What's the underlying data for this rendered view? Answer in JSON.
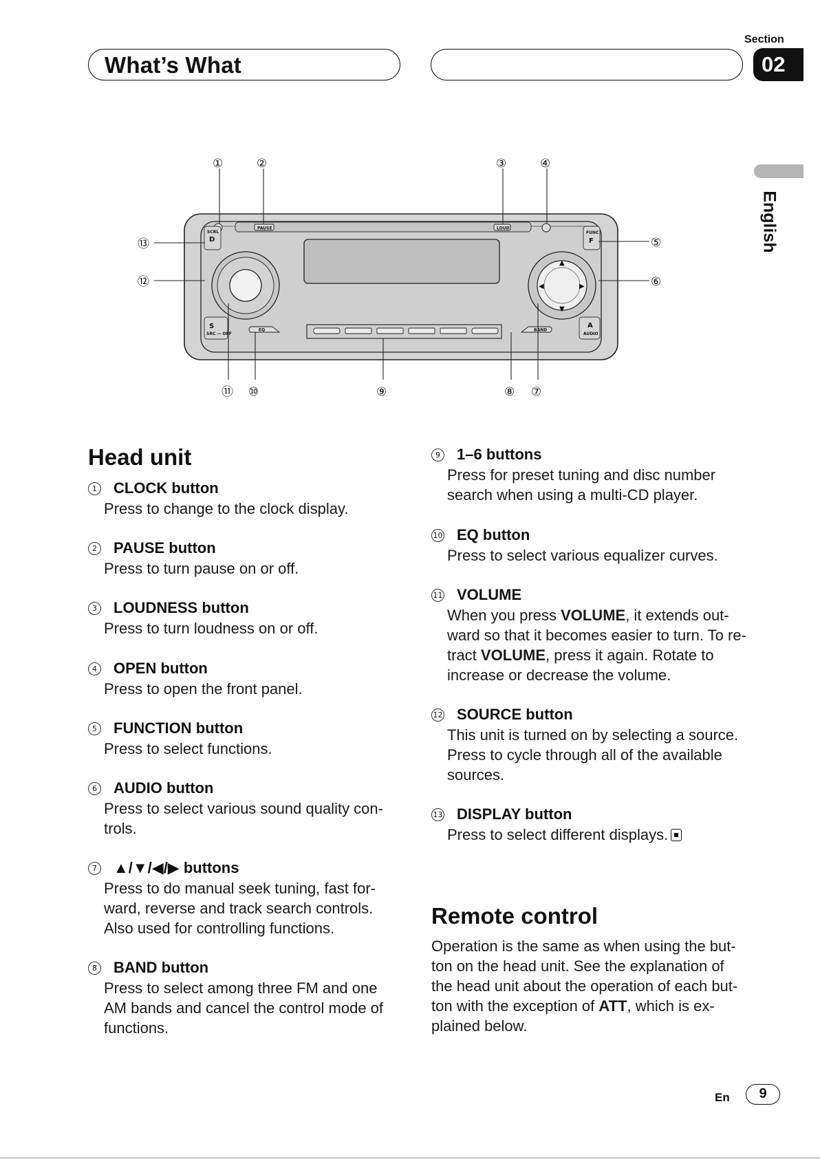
{
  "header": {
    "title": "What’s What",
    "section_label": "Section",
    "section_number": "02",
    "language_tab": "English"
  },
  "diagram": {
    "callouts": [
      "①",
      "②",
      "③",
      "④",
      "⑤",
      "⑥",
      "⑦",
      "⑧",
      "⑨",
      "⑩",
      "⑪",
      "⑫",
      "⑬"
    ],
    "panel_labels": {
      "scrl": "SCRL",
      "d": "D",
      "s": "S",
      "src_off": "SRC — OFF",
      "pause": "PAUSE",
      "loud": "LOUD",
      "func": "FUNC",
      "f": "F",
      "a": "A",
      "audio": "AUDIO",
      "eq": "EQ",
      "band": "BAND"
    }
  },
  "head_unit": {
    "heading": "Head unit",
    "items": [
      {
        "num": "1",
        "title": "CLOCK button",
        "body": "Press to change to the clock display."
      },
      {
        "num": "2",
        "title": "PAUSE button",
        "body": "Press to turn pause on or off."
      },
      {
        "num": "3",
        "title": "LOUDNESS button",
        "body": "Press to turn loudness on or off."
      },
      {
        "num": "4",
        "title": "OPEN button",
        "body": "Press to open the front panel."
      },
      {
        "num": "5",
        "title": "FUNCTION button",
        "body": "Press to select functions."
      },
      {
        "num": "6",
        "title": "AUDIO button",
        "body": "Press to select various sound quality con-\ntrols."
      },
      {
        "num": "7",
        "title": "▲/▼/◀/▶ buttons",
        "body": "Press to do manual seek tuning, fast for-\nward, reverse and track search controls.\nAlso used for controlling functions."
      },
      {
        "num": "8",
        "title": "BAND button",
        "body": "Press to select among three FM and one\nAM bands and cancel the control mode of\nfunctions."
      },
      {
        "num": "9",
        "title": "1–6 buttons",
        "body": "Press for preset tuning and disc number\nsearch when using a multi-CD player."
      },
      {
        "num": "10",
        "title": "EQ button",
        "body": "Press to select various equalizer curves."
      },
      {
        "num": "11",
        "title": "VOLUME",
        "body_pre": "When you press ",
        "body_b1": "VOLUME",
        "body_mid": ", it extends out-\nward so that it becomes easier to turn. To re-\ntract ",
        "body_b2": "VOLUME",
        "body_post": ", press it again. Rotate to\nincrease or decrease the volume."
      },
      {
        "num": "12",
        "title": "SOURCE button",
        "body": "This unit is turned on by selecting a source.\nPress to cycle through all of the available\nsources."
      },
      {
        "num": "13",
        "title": "DISPLAY button",
        "body": "Press to select different displays."
      }
    ]
  },
  "remote": {
    "heading": "Remote control",
    "body_pre": "Operation is the same as when using the but-\nton on the head unit. See the explanation of\nthe head unit about the operation of each but-\nton with the exception of ",
    "body_bold": "ATT",
    "body_post": ", which is ex-\nplained below."
  },
  "footer": {
    "lang": "En",
    "page": "9"
  }
}
